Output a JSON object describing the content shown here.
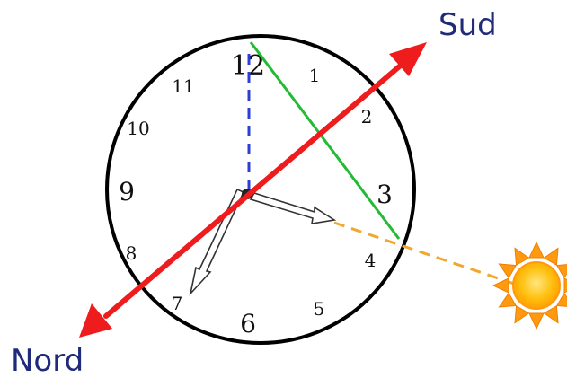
{
  "labels": {
    "south": "Sud",
    "north": "Nord"
  },
  "clock": {
    "numerals": [
      "12",
      "1",
      "2",
      "3",
      "4",
      "5",
      "6",
      "7",
      "8",
      "9",
      "10",
      "11"
    ],
    "hour_hand_points_to": "4",
    "minute_hand_points_to": "7"
  },
  "icons": {
    "sun": "sun-icon"
  },
  "colors": {
    "north_south_axis": "#ee1c1c",
    "noon_reference_line": "#2b3fd6",
    "bisector_line": "#22bb33",
    "sun_ray": "#f0a830",
    "direction_label": "#1f2a7a",
    "sun_fill": "#ffb500",
    "sun_rays": "#ff9a10",
    "clock_outline": "#000000"
  }
}
